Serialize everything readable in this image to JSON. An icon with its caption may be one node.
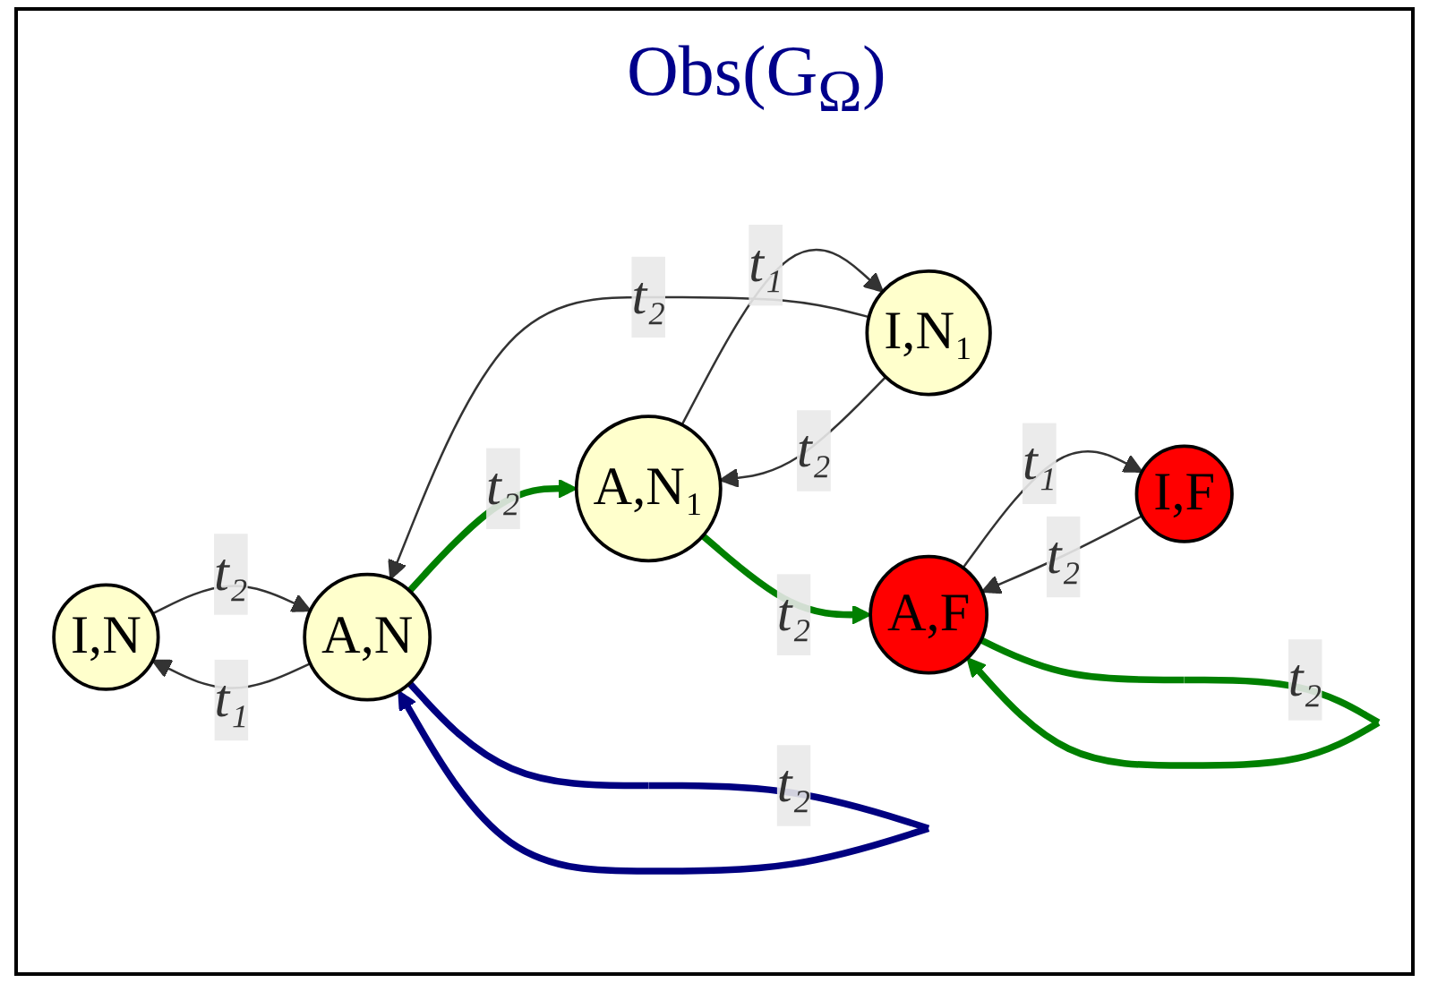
{
  "diagram": {
    "title": "Obs(G$_{Ω}$)",
    "nodes": [
      {
        "text": [
          "I,N"
        ]
      },
      {
        "text": [
          "A,N"
        ]
      },
      {
        "text": [
          "I,N₁"
        ]
      },
      {
        "text": [
          "A,N₁"
        ]
      },
      {
        "text": [
          "A,F"
        ]
      },
      {
        "text": [
          "I,F"
        ]
      }
    ],
    "edges": [
      {
        "from": 1,
        "to": 0,
        "arrow": "to",
        "label": "t₁"
      },
      {
        "from": 0,
        "to": 1,
        "arrow": "to",
        "label": "t₂"
      },
      {
        "from": 2,
        "to": 1,
        "arrow": "to",
        "label": "t₂"
      },
      {
        "from": 2,
        "to": 3,
        "arrow": "to",
        "label": "t₂"
      },
      {
        "from": 3,
        "to": 2,
        "arrow": "to",
        "label": "t₁"
      },
      {
        "from": 1,
        "to": 1,
        "arrow": "to",
        "label": "t₂",
        "style": "thick",
        "color": "#000080"
      },
      {
        "from": 1,
        "to": 3,
        "arrow": "to",
        "label": "t₂",
        "style": "thick",
        "color": "#008000"
      },
      {
        "from": 3,
        "to": 4,
        "arrow": "to",
        "label": "t₂",
        "style": "thick",
        "color": "#008000"
      },
      {
        "from": 4,
        "to": 4,
        "arrow": "to",
        "label": "t₂",
        "style": "thick",
        "color": "#008000"
      },
      {
        "from": 4,
        "to": 5,
        "arrow": "to",
        "label": "t₁"
      },
      {
        "from": 5,
        "to": 4,
        "arrow": "to",
        "label": "t₂"
      }
    ]
  }
}
